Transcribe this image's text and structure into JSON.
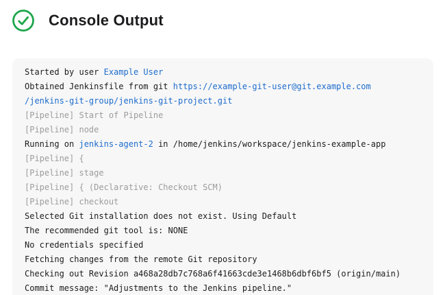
{
  "page": {
    "title": "Console Output",
    "status": "success",
    "colors": {
      "success_green": "#1ea64b",
      "link_blue": "#1d6ccd",
      "muted_gray": "#9c9c9c",
      "text_dark": "#1c1c1e",
      "console_background": "#f7f7f7"
    }
  },
  "console": {
    "lines": [
      {
        "segments": [
          {
            "type": "text",
            "text": "Started by user "
          },
          {
            "type": "link",
            "text": "Example User"
          }
        ]
      },
      {
        "segments": [
          {
            "type": "text",
            "text": "Obtained Jenkinsfile from git "
          },
          {
            "type": "link",
            "text": "https://example-git-user@git.example.com"
          }
        ]
      },
      {
        "segments": [
          {
            "type": "link",
            "text": "/jenkins-git-group/jenkins-git-project.git"
          }
        ]
      },
      {
        "segments": [
          {
            "type": "muted",
            "text": "[Pipeline] Start of Pipeline"
          }
        ]
      },
      {
        "segments": [
          {
            "type": "muted",
            "text": "[Pipeline] node"
          }
        ]
      },
      {
        "segments": [
          {
            "type": "text",
            "text": "Running on "
          },
          {
            "type": "link",
            "text": "jenkins-agent-2"
          },
          {
            "type": "text",
            "text": " in /home/jenkins/workspace/jenkins-example-app"
          }
        ]
      },
      {
        "segments": [
          {
            "type": "muted",
            "text": "[Pipeline] {"
          }
        ]
      },
      {
        "segments": [
          {
            "type": "muted",
            "text": "[Pipeline] stage"
          }
        ]
      },
      {
        "segments": [
          {
            "type": "muted",
            "text": "[Pipeline] { (Declarative: Checkout SCM)"
          }
        ]
      },
      {
        "segments": [
          {
            "type": "muted",
            "text": "[Pipeline] checkout"
          }
        ]
      },
      {
        "segments": [
          {
            "type": "text",
            "text": "Selected Git installation does not exist. Using Default"
          }
        ]
      },
      {
        "segments": [
          {
            "type": "text",
            "text": "The recommended git tool is: NONE"
          }
        ]
      },
      {
        "segments": [
          {
            "type": "text",
            "text": "No credentials specified"
          }
        ]
      },
      {
        "segments": [
          {
            "type": "text",
            "text": "Fetching changes from the remote Git repository"
          }
        ]
      },
      {
        "segments": [
          {
            "type": "text",
            "text": "Checking out Revision a468a28db7c768a6f41663cde3e1468b6dbf6bf5 (origin/main)"
          }
        ]
      },
      {
        "segments": [
          {
            "type": "text",
            "text": "Commit message: \"Adjustments to the Jenkins pipeline.\""
          }
        ]
      }
    ]
  }
}
